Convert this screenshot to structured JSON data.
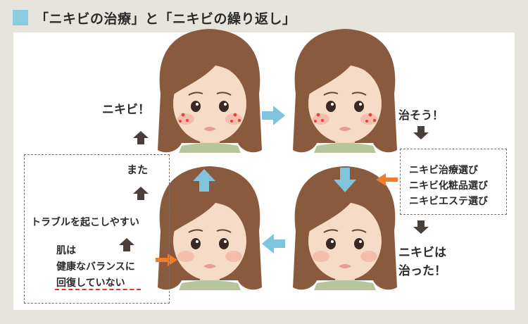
{
  "header": {
    "title": "「ニキビの治療」と「ニキビの繰り返し」"
  },
  "labels": {
    "acne": "ニキビ！",
    "treat": "治そう！",
    "healed_line1": "ニキビは",
    "healed_line2": "治った！",
    "again": "また",
    "prone": "トラブルを起こしやすい",
    "skin_line1": "肌は",
    "skin_line2": "健康なバランスに",
    "skin_line3": "回復していない"
  },
  "choices": [
    "ニキビ治療選び",
    "ニキビ化粧品選び",
    "ニキビエステ選び"
  ],
  "colors": {
    "header_square": "#8bcde0",
    "cycle_arrow": "#7fc4dc",
    "step_arrow": "#4a3f3a",
    "pointer_arrow": "#ef7d2c",
    "underline": "#e0322a",
    "hair": "#8a5a3e",
    "skin": "#f6dcc6",
    "shirt": "#b7c59c"
  }
}
